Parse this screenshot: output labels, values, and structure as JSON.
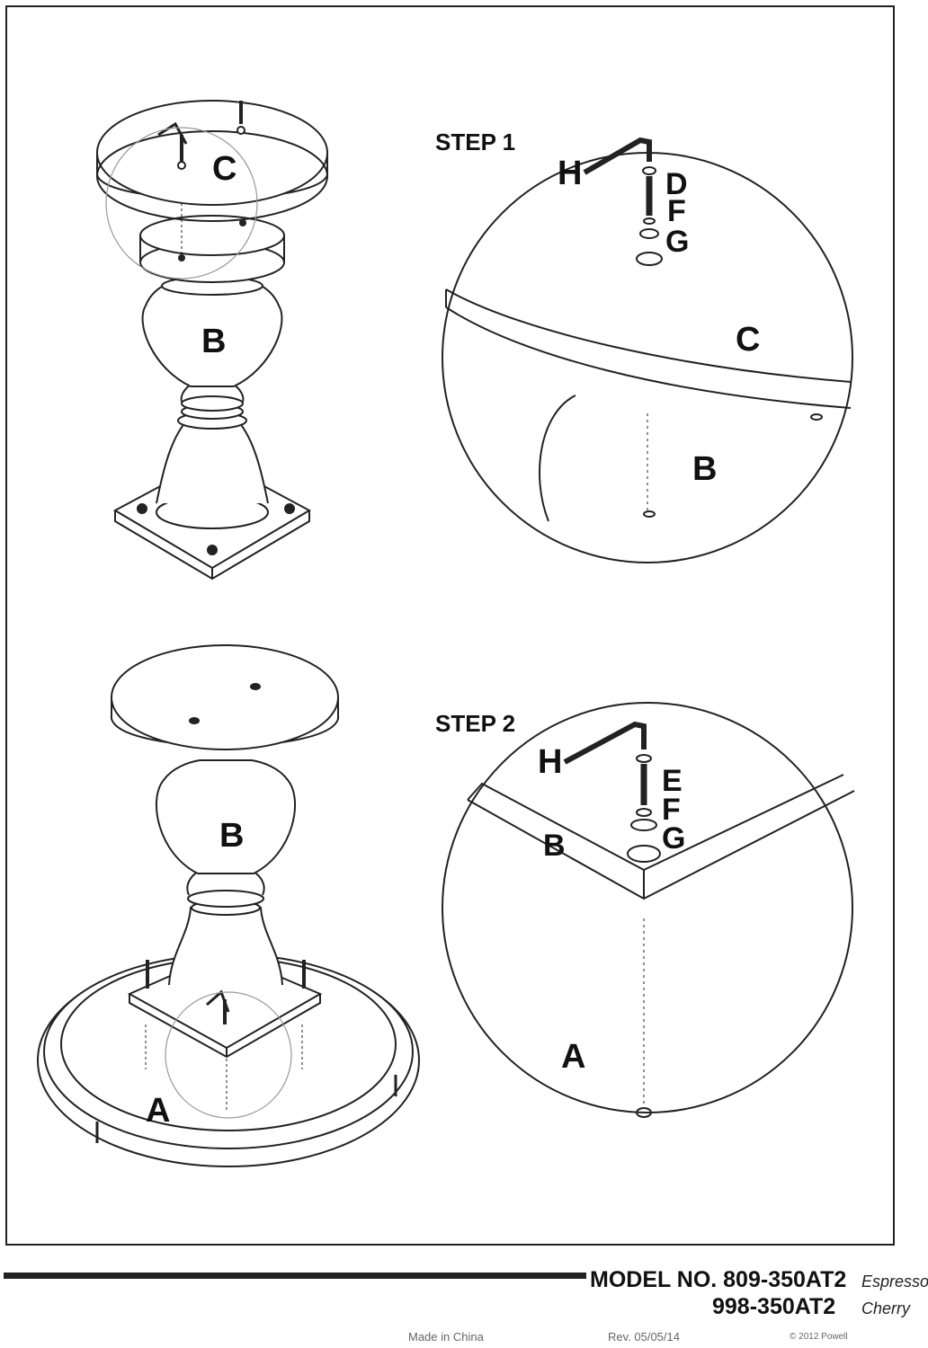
{
  "steps": {
    "step1": "STEP 1",
    "step2": "STEP 2"
  },
  "parts": {
    "a": "A",
    "b": "B",
    "c": "C",
    "d": "D",
    "e": "E",
    "f": "F",
    "g": "G",
    "h": "H"
  },
  "footer": {
    "model_label": "MODEL NO. 809-350AT2",
    "model_2": "998-350AT2",
    "finish_1": "Espresso",
    "finish_2": "Cherry",
    "made_in": "Made in China",
    "revision": "Rev. 05/05/14",
    "copyright": "© 2012 Powell"
  }
}
